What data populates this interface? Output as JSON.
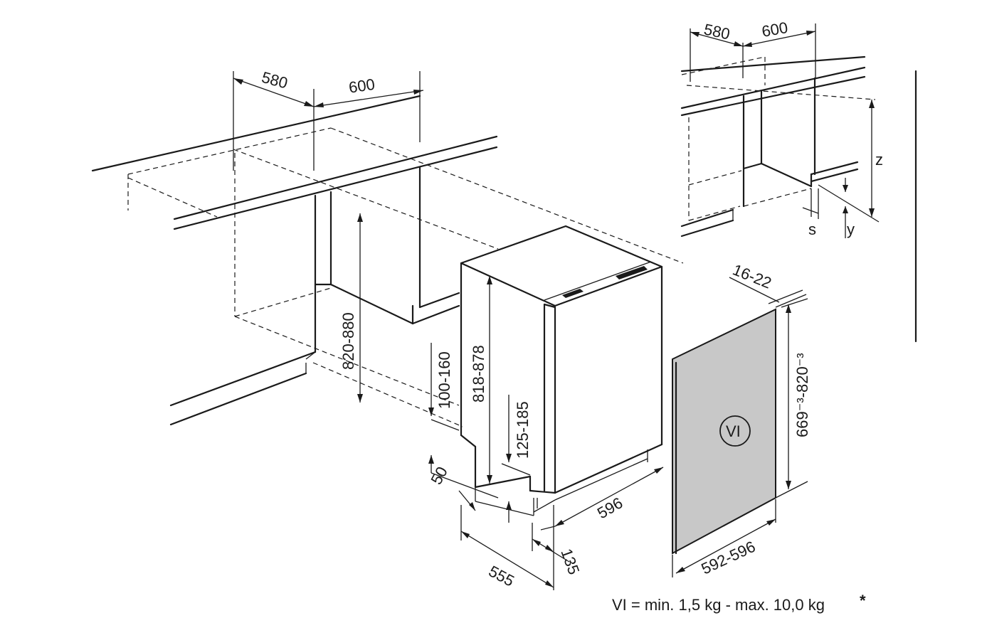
{
  "dimensions": {
    "top_width_1": "580",
    "top_width_2": "600",
    "inset_width_1": "580",
    "inset_width_2": "600",
    "inset_z": "z",
    "inset_s": "s",
    "inset_y": "y",
    "niche_height": "820-880",
    "appliance_height": "818-878",
    "plinth_height": "100-160",
    "plinth_adjust": "125-185",
    "foot_offset": "50",
    "appliance_width": "596",
    "appliance_depth": "555",
    "plinth_depth": "135",
    "panel_thickness": "16-22",
    "panel_height": "669⁻³-820⁻³",
    "panel_width": "592-596"
  },
  "panel_label": "VI",
  "footnote": "VI = min. 1,5 kg - max. 10,0 kg",
  "footnote_mark": "*",
  "colors": {
    "line": "#1a1a1a",
    "panel_fill": "#c8c8c8",
    "background": "#ffffff"
  }
}
